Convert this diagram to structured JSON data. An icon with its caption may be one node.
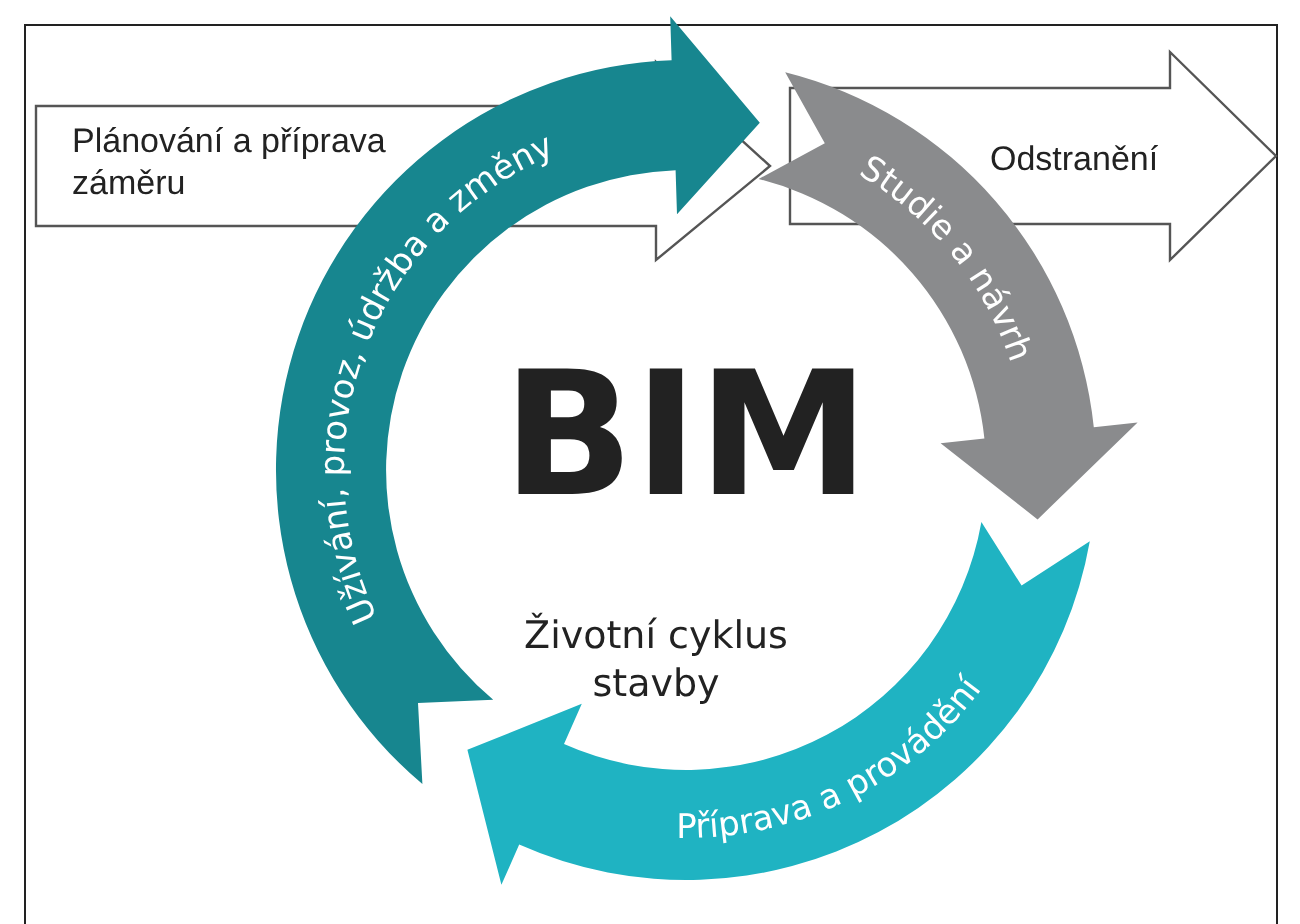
{
  "diagram": {
    "nodes": [
      {
        "text": [
          "Plánování a příprava záměru"
        ]
      },
      {
        "text": [
          "Studie a návrh"
        ]
      },
      {
        "text": [
          "Příprava a provádění"
        ]
      },
      {
        "text": [
          "Užívání, provoz, údržba a změny"
        ]
      },
      {
        "text": [
          "Odstranění"
        ]
      }
    ],
    "labels": [
      "BIM",
      "Životní cyklus stavby"
    ]
  }
}
